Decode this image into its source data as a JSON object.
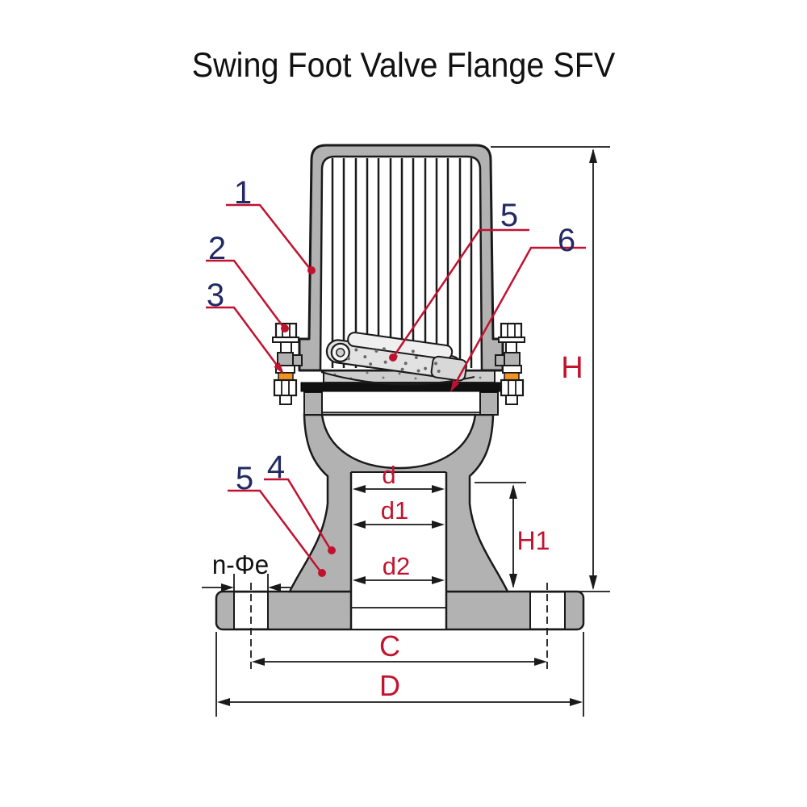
{
  "title": "Swing Foot Valve Flange SFV",
  "callouts": {
    "c1": "1",
    "c2": "2",
    "c3": "3",
    "c4": "4",
    "c5_top": "5",
    "c5_bottom": "5",
    "c6": "6"
  },
  "dimensions": {
    "overall_height": "H",
    "hub_height": "H1",
    "bore_top": "d",
    "bore_mid": "d1",
    "bore_bottom": "d2",
    "bolt_circle": "C",
    "flange_diameter": "D",
    "bolt_holes": "n-Φe"
  },
  "colors": {
    "callout_number": "#232a63",
    "leader_line": "#c01230",
    "dimension_label": "#c2142f",
    "outline": "#1a1a1a",
    "body_fill": "#b2b2b2",
    "gasket_fill": "#101010",
    "bolt_highlight": "#f29422"
  }
}
